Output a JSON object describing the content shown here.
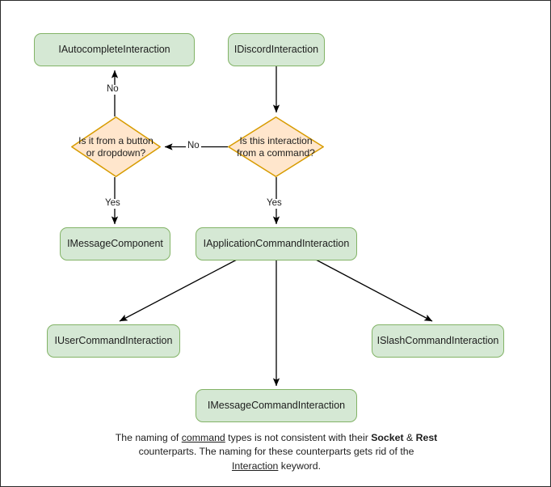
{
  "diagram": {
    "type": "flowchart",
    "nodes": {
      "autocomplete": "IAutocompleteInteraction",
      "discord": "IDiscordInteraction",
      "decision_button": "Is it from a button or dropdown?",
      "decision_command": "Is this interaction from a command?",
      "message_component": "IMessageComponent",
      "application_command": "IApplicationCommandInteraction",
      "user_command": "IUserCommandInteraction",
      "message_command": "IMessageCommandInteraction",
      "slash_command": "ISlashCommandInteraction"
    },
    "edge_labels": {
      "no_up": "No",
      "no_left": "No",
      "yes_left": "Yes",
      "yes_right": "Yes"
    },
    "caption": {
      "part1": "The naming of ",
      "underline1": "command",
      "part2": " types is not consistent with their",
      "bold1": "Socket",
      "part3": " & ",
      "bold2": "Rest",
      "part4": " counterparts. The naming for these",
      "part5": "counterparts gets rid of the ",
      "underline2": "Interaction",
      "part6": " keyword."
    },
    "colors": {
      "node_fill": "#d5e8d4",
      "node_stroke": "#82b366",
      "decision_fill": "#ffe6cc",
      "decision_stroke": "#d79b00",
      "edge_stroke": "#000000",
      "text": "#1d1d1d",
      "page_border": "#2b2b2b"
    }
  }
}
